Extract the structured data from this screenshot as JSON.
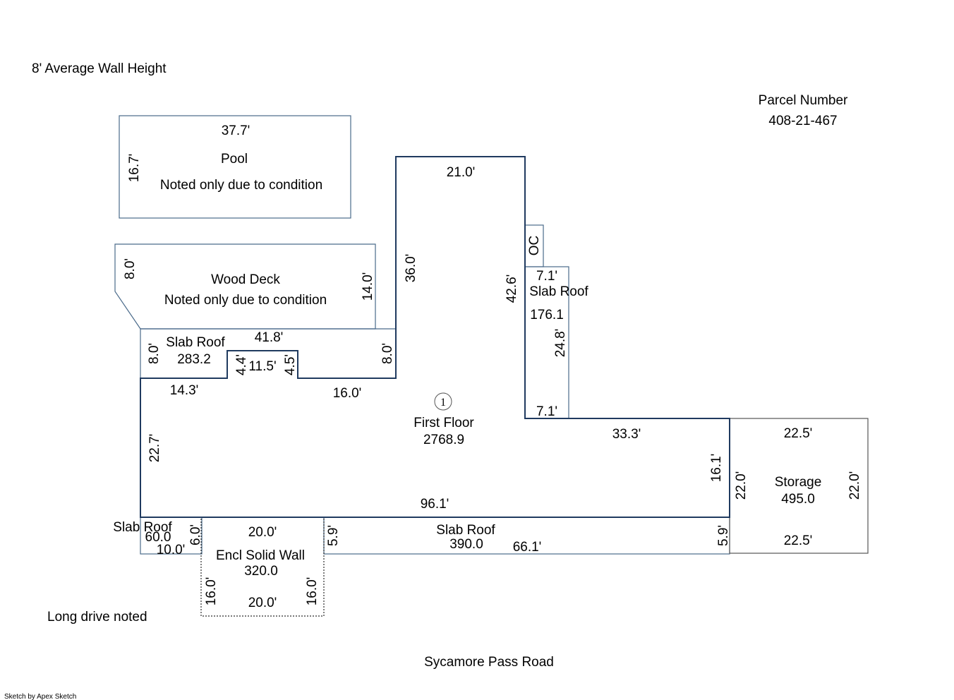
{
  "notes": {
    "wall_height": "8' Average Wall Height",
    "parcel_label": "Parcel Number",
    "parcel_number": "408-21-467",
    "drive_note": "Long drive noted",
    "road": "Sycamore Pass Road",
    "credit": "Sketch by Apex Sketch"
  },
  "pool": {
    "name": "Pool",
    "note": "Noted only due to condition",
    "dims": [
      "37.7'",
      "16.7'"
    ]
  },
  "deck": {
    "name": "Wood Deck",
    "note": "Noted only due to condition",
    "dims": [
      "8.0'",
      "14.0'"
    ]
  },
  "first_floor": {
    "marker": "1",
    "name": "First Floor",
    "area": "2768.9",
    "dims": [
      "21.0'",
      "36.0'",
      "42.6'",
      "7.1'",
      "33.3'",
      "16.1'",
      "96.1'",
      "22.7'",
      "14.3'",
      "16.0'"
    ]
  },
  "oc": {
    "name": "OC"
  },
  "slab_roof_right": {
    "name": "Slab Roof",
    "area": "176.1",
    "dims": [
      "7.1'",
      "24.8'"
    ]
  },
  "slab_roof_left": {
    "name": "Slab Roof",
    "area": "283.2",
    "dims": [
      "8.0'",
      "41.8'",
      "8.0'",
      "4.4'",
      "11.5'",
      "4.5'"
    ]
  },
  "slab_roof_bottom": {
    "name": "Slab Roof",
    "area": "390.0",
    "dims": [
      "5.9'",
      "66.1'",
      "5.9'"
    ]
  },
  "slab_roof_small": {
    "name": "Slab Roof",
    "area": "60.0",
    "dims": [
      "10.0'",
      "6.0'"
    ]
  },
  "encl": {
    "name": "Encl Solid Wall",
    "area": "320.0",
    "dims": [
      "20.0'",
      "16.0'",
      "20.0'",
      "16.0'"
    ]
  },
  "storage": {
    "name": "Storage",
    "area": "495.0",
    "dims": [
      "22.5'",
      "22.0'",
      "22.0'",
      "22.5'"
    ]
  }
}
